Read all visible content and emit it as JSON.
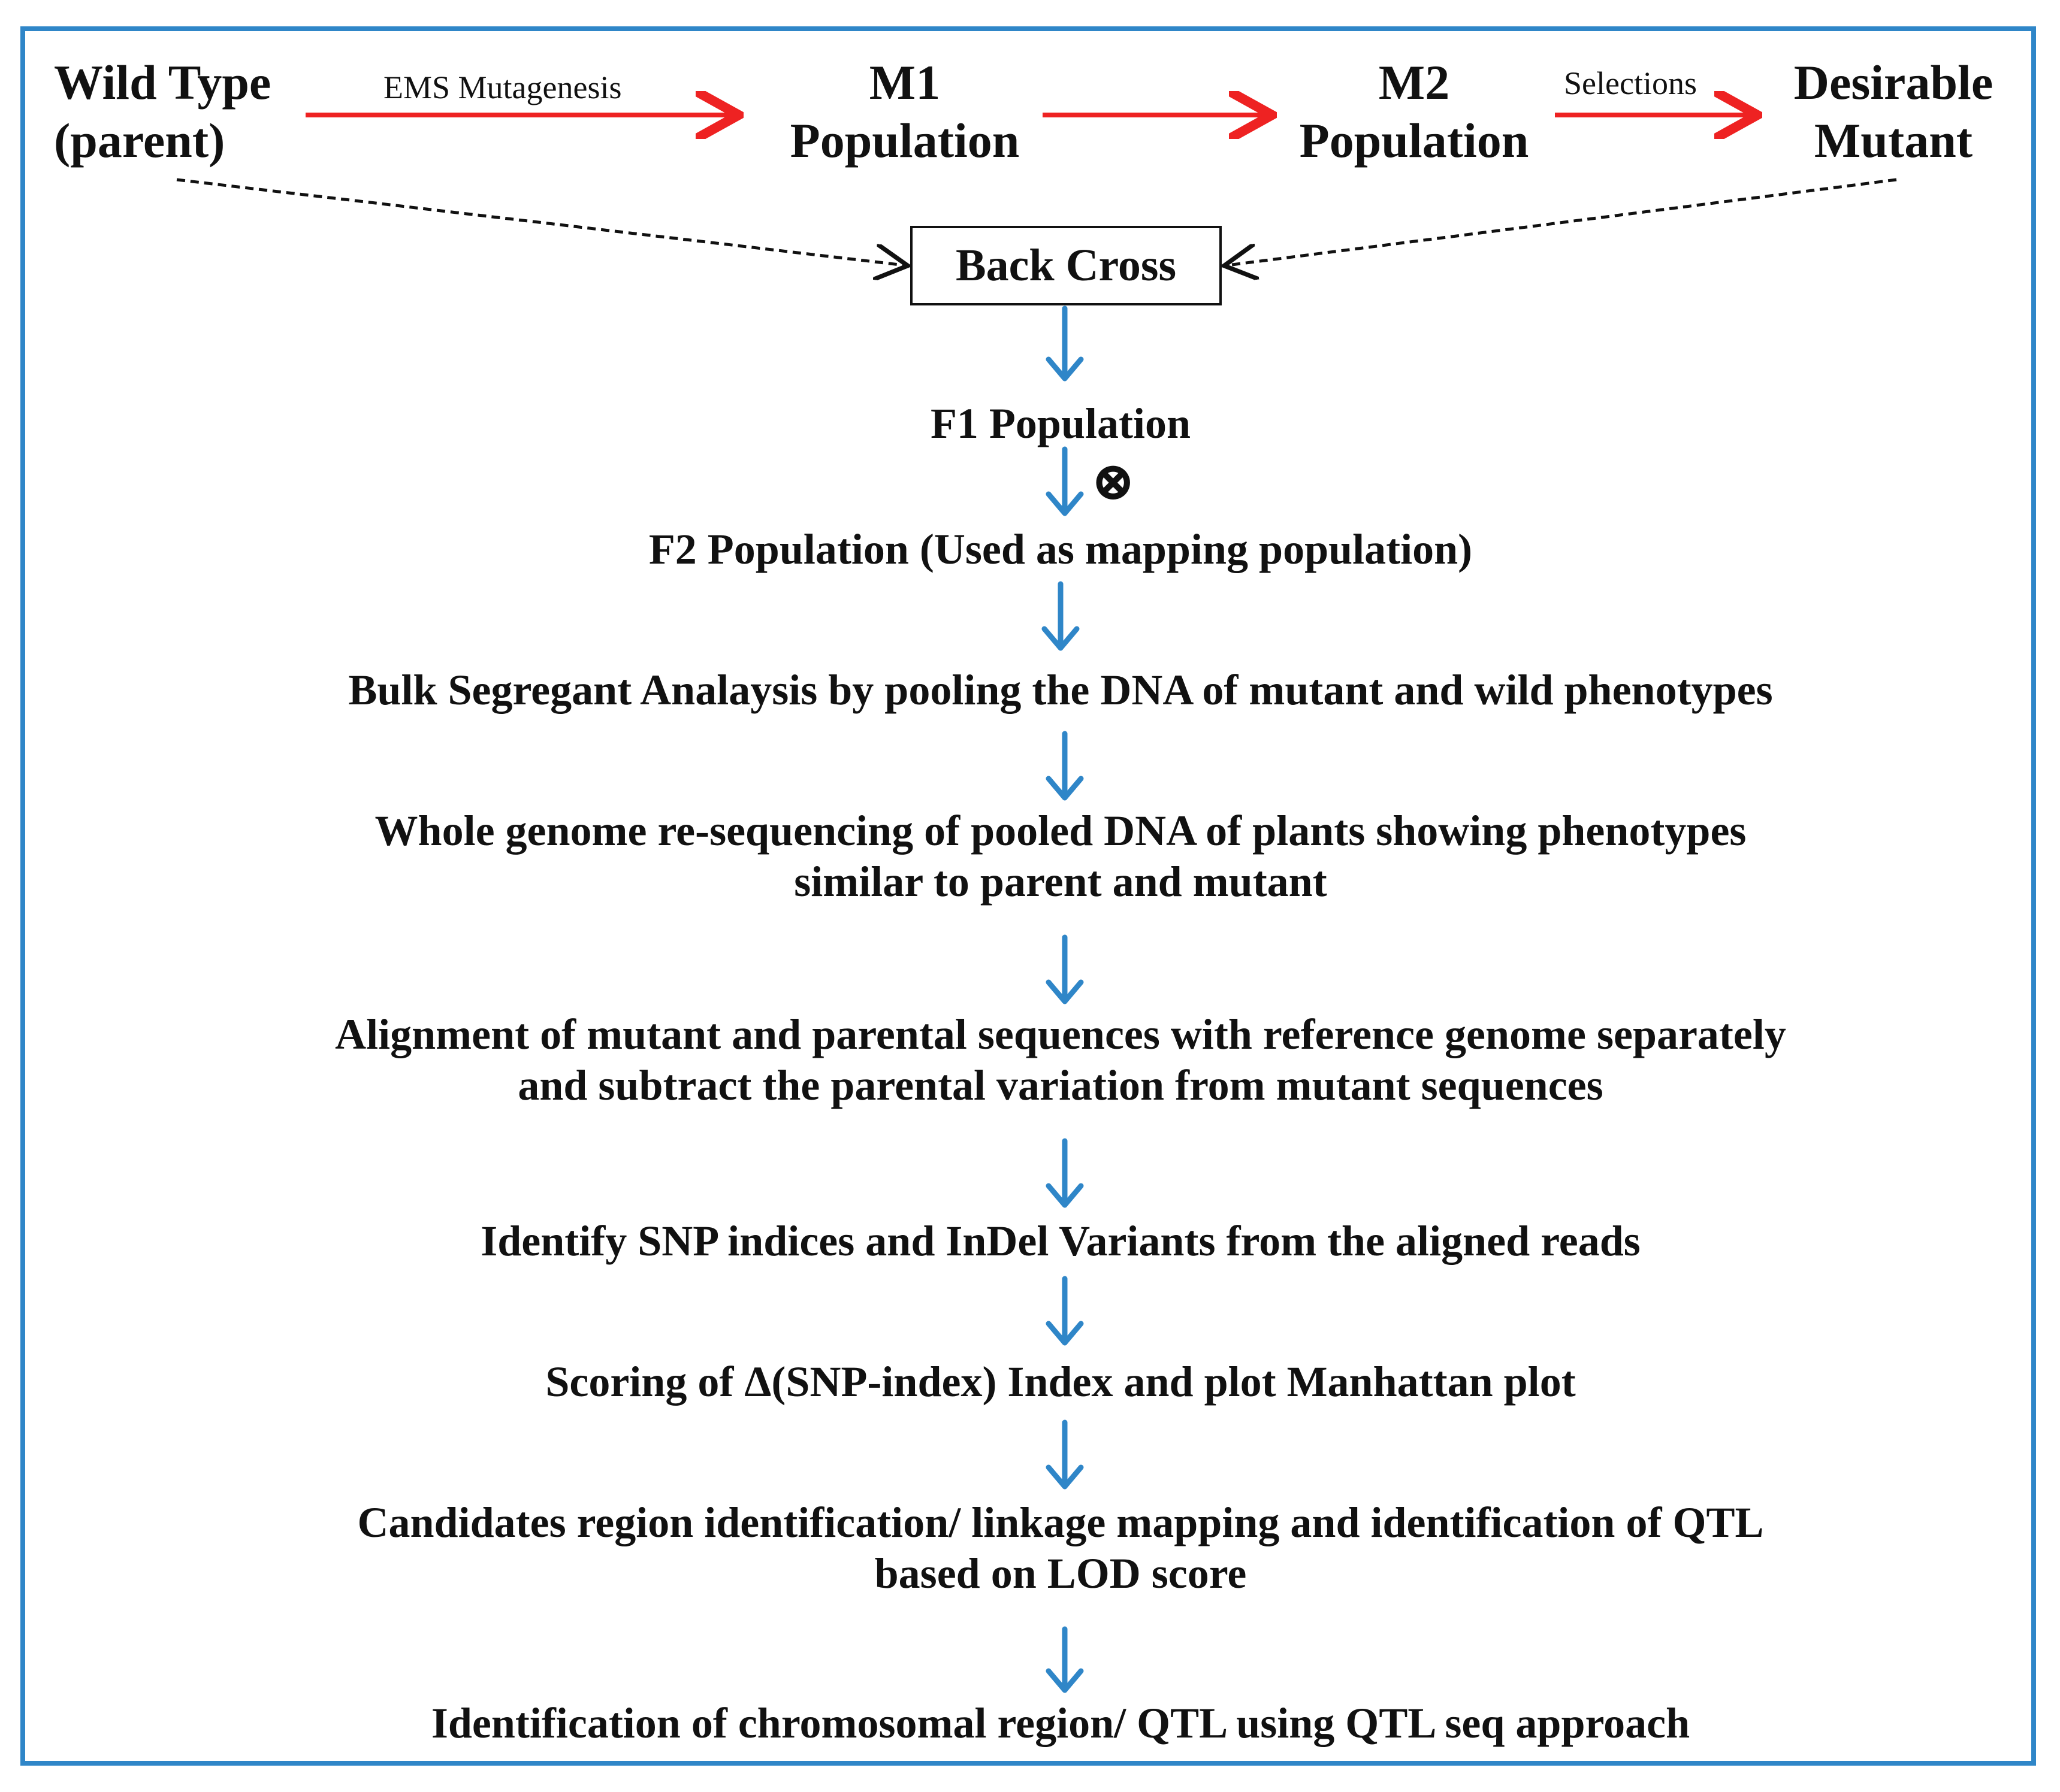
{
  "top_row": {
    "wild_type": [
      "Wild Type",
      "(parent)"
    ],
    "ems_label": "EMS Mutagenesis",
    "m1": [
      "M1",
      "Population"
    ],
    "m2": [
      "M2",
      "Population"
    ],
    "selections_label": "Selections",
    "desirable": [
      "Desirable",
      "Mutant"
    ]
  },
  "back_cross": "Back Cross",
  "self_symbol": "⊗",
  "steps": {
    "f1": "F1 Population",
    "f2": "F2 Population (Used as mapping population)",
    "bsa": "Bulk Segregant Analaysis by pooling the DNA of mutant and wild phenotypes",
    "wgs": [
      "Whole genome re-sequencing of  pooled DNA of plants showing phenotypes",
      "similar to parent and mutant"
    ],
    "align": [
      "Alignment of mutant and parental sequences with reference genome separately",
      "and subtract the parental variation from mutant sequences"
    ],
    "identify": "Identify SNP indices and InDel Variants from the aligned reads",
    "scoring": "Scoring of Δ(SNP-index) Index and plot Manhattan plot",
    "candidates": [
      "Candidates region identification/ linkage mapping and identification of QTL",
      "based on LOD score"
    ],
    "final": "Identification of chromosomal region/ QTL using QTL seq approach"
  },
  "colors": {
    "frame": "#2f86c8",
    "flow_arrow": "#2f86c8",
    "top_arrow": "#ee2222",
    "dashed_arrow": "#111111"
  }
}
